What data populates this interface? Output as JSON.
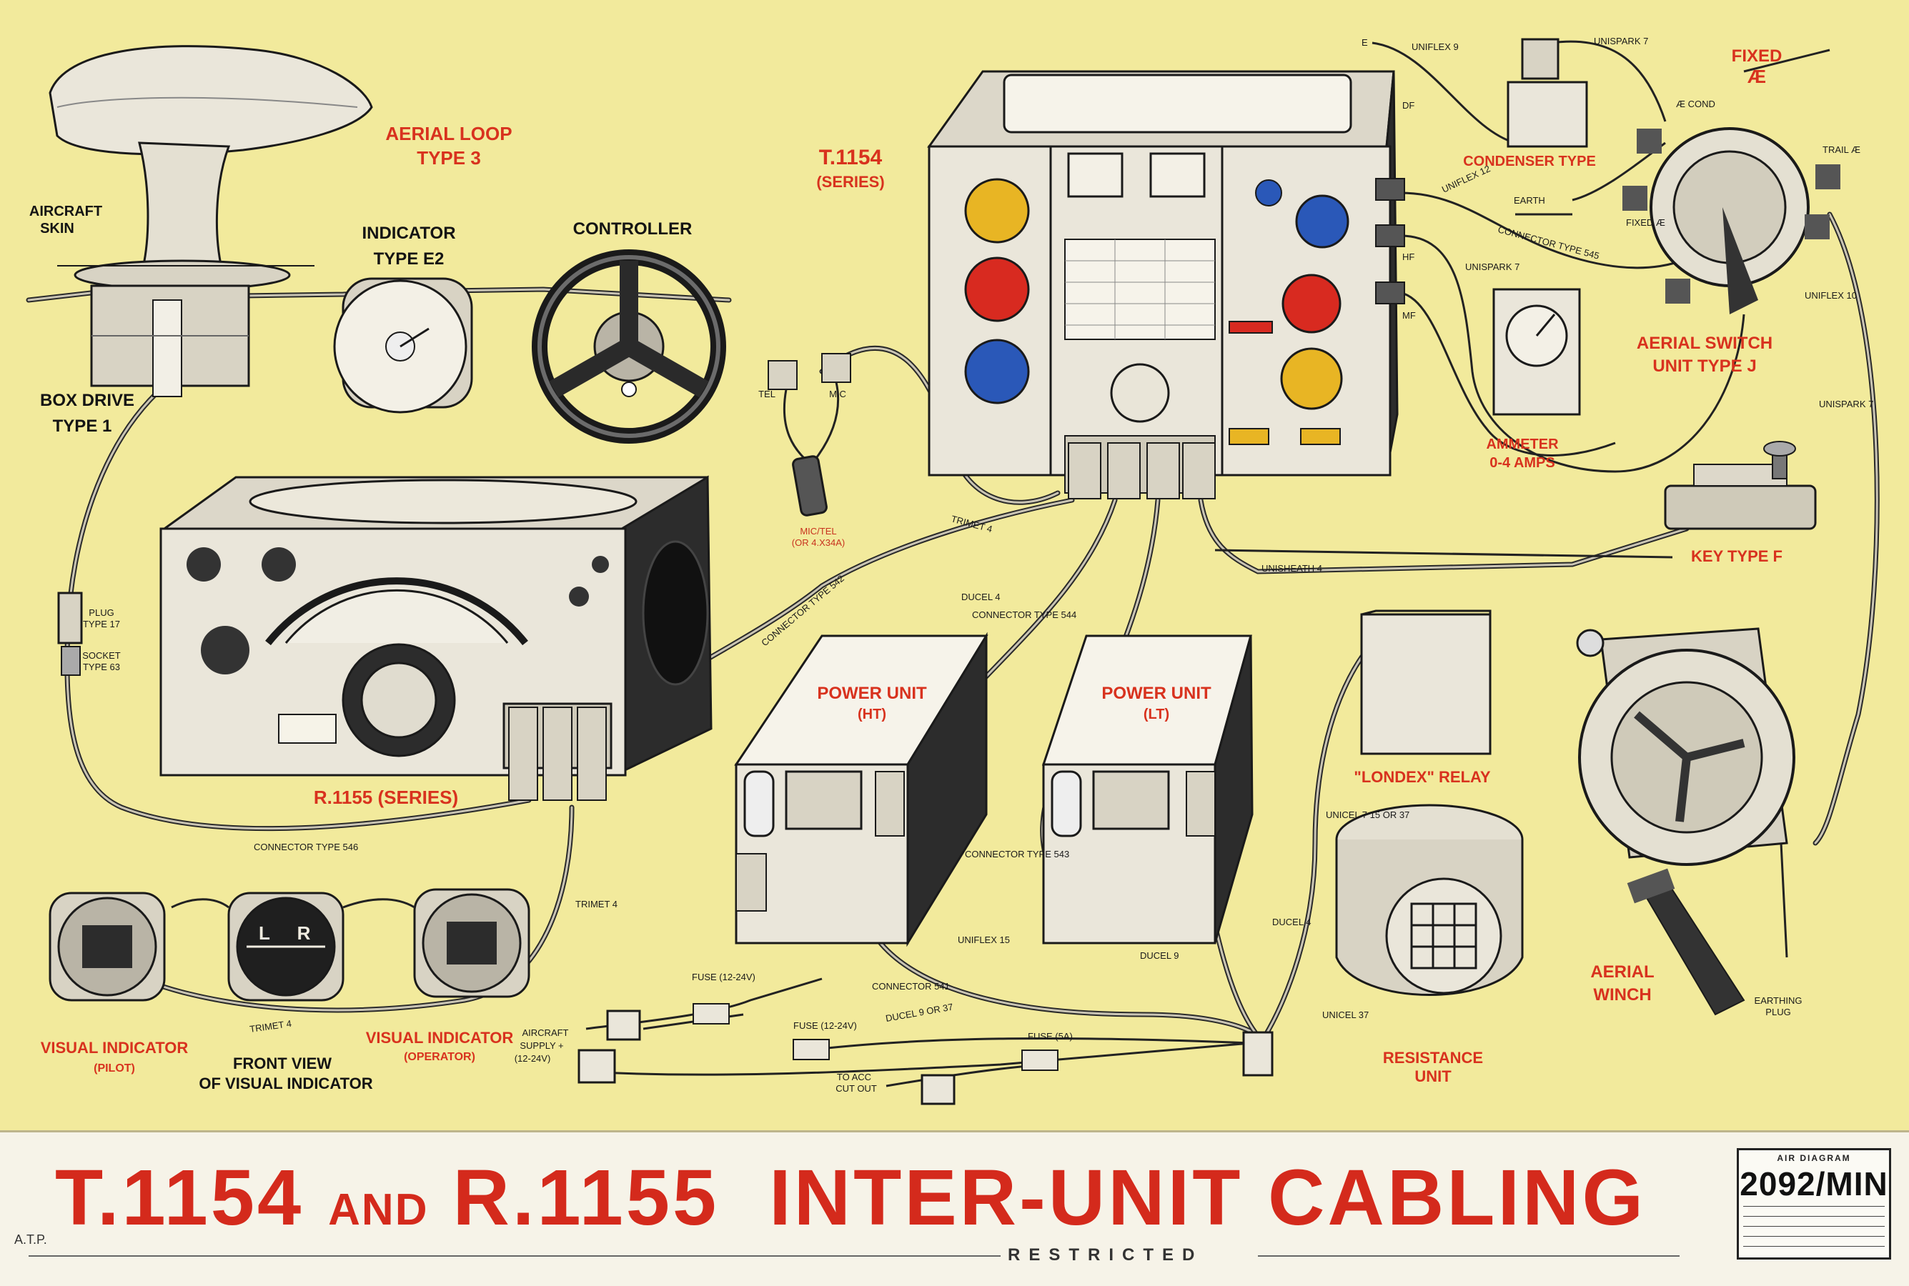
{
  "labels": {
    "aerial_loop": [
      "AERIAL LOOP",
      "TYPE 3"
    ],
    "aircraft_skin": [
      "AIRCRAFT",
      "SKIN"
    ],
    "indicator_e2": [
      "INDICATOR",
      "TYPE E2"
    ],
    "controller": "CONTROLLER",
    "box_drive": [
      "BOX DRIVE",
      "TYPE 1"
    ],
    "t1154": [
      "T.1154",
      "(SERIES)"
    ],
    "r1155": "R.1155  (SERIES)",
    "plug_type": [
      "PLUG",
      "TYPE 17"
    ],
    "socket_type": [
      "SOCKET",
      "TYPE 63"
    ],
    "tel": "TEL",
    "mic": "MIC",
    "mic_tel": [
      "MIC/TEL",
      "(OR 4.X34A)"
    ],
    "power_ht": [
      "POWER UNIT",
      "(HT)"
    ],
    "power_lt": [
      "POWER UNIT",
      "(LT)"
    ],
    "londex": "\"LONDEX\"  RELAY",
    "condenser": "CONDENSER TYPE",
    "fixed_ae": [
      "FIXED",
      "Æ"
    ],
    "aerial_switch": [
      "AERIAL SWITCH",
      "UNIT TYPE J"
    ],
    "ammeter": [
      "AMMETER",
      "0-4 AMPS"
    ],
    "key": "KEY  TYPE F",
    "aerial_winch": [
      "AERIAL",
      "WINCH"
    ],
    "resistance": [
      "RESISTANCE",
      "UNIT"
    ],
    "visual_pilot": [
      "VISUAL INDICATOR",
      "(PILOT)"
    ],
    "visual_operator": [
      "VISUAL INDICATOR",
      "(OPERATOR)"
    ],
    "front_view": [
      "FRONT VIEW",
      "OF VISUAL INDICATOR"
    ],
    "earthing_plug": [
      "EARTHING",
      "PLUG"
    ],
    "aircraft_supply": [
      "AIRCRAFT",
      "SUPPLY +",
      "(12-24V)"
    ],
    "to_acc": [
      "TO ACC",
      "CUT OUT"
    ]
  },
  "cable_labels": {
    "unispark_7_top": "UNISPARK 7",
    "uniflex_9": "UNIFLEX 9",
    "earth": "EARTH",
    "uniflex_12": "UNIFLEX 12",
    "connector_545": "CONNECTOR TYPE 545",
    "unispark_7_mid": "UNISPARK 7",
    "uniflex_10": "UNIFLEX 10",
    "unispark_7_right": "UNISPARK 7",
    "unisheath_4": "UNISHEATH 4",
    "trimet_4": "TRIMET 4",
    "ducel_4": "DUCEL 4",
    "connector_542": "CONNECTOR TYPE 542",
    "connector_544": "CONNECTOR TYPE 544",
    "connector_546": "CONNECTOR  TYPE 546",
    "trimet_4b": "TRIMET 4",
    "trimet_4c": "TRIMET 4",
    "connector_543": "CONNECTOR TYPE 543",
    "uniflex_15": "UNIFLEX 15",
    "ducel_9": "DUCEL 9",
    "ducel_4b": "DUCEL 4",
    "connector_541": "CONNECTOR 541",
    "ducel_9_or_37": "DUCEL 9 OR 37",
    "unicel_7": "UNICEL 7 15 OR 37",
    "unicel_37": "UNICEL 37",
    "fuse_12_24_a": "FUSE (12-24V)",
    "fuse_12_24_b": "FUSE (12-24V)",
    "fuse_5a": "FUSE (5A)",
    "df": "DF",
    "hf": "HF",
    "mf": "MF",
    "e": "E",
    "ae_cond": "Æ COND",
    "trail_ae": "TRAIL Æ",
    "fixed_ae_small": "FIXED Æ"
  },
  "lr": {
    "l": "L",
    "r": "R"
  },
  "banner": {
    "part1": "T.1154",
    "and": "AND",
    "part2": "R.1155",
    "part3": "INTER-UNIT  CABLING",
    "restricted": "RESTRICTED",
    "atp": "A.T.P."
  },
  "diagram_box": {
    "head": "AIR DIAGRAM",
    "number": "2092/MIN"
  },
  "colors": {
    "background": "#f2ea9c",
    "label_red": "#d8321e",
    "knob_yellow": "#e8b524",
    "knob_red": "#d82a20",
    "knob_blue": "#2a58b8"
  }
}
